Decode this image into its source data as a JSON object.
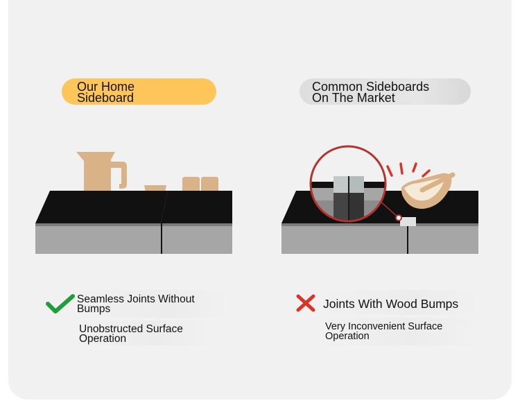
{
  "left": {
    "heading_line1": "Our Home",
    "heading_line2": "Sideboard",
    "feature_line1": "Seamless Joints Without",
    "feature_line2": "Bumps",
    "sub_line1": "Unobstructed Surface",
    "sub_line2": "Operation",
    "accent": "#fdc55a",
    "check_color": "#1f9d3a"
  },
  "right": {
    "heading_line1": "Common Sideboards",
    "heading_line2": "On The Market",
    "feature": "Joints With Wood Bumps",
    "sub_line1": "Very Inconvenient Surface",
    "sub_line2": "Operation",
    "cross_color": "#d8342a"
  },
  "colors": {
    "counter_top": "#111111",
    "cabinet": "#a6a6a6",
    "object_tan": "#d9b387",
    "magnifier_ring": "#b5312c"
  }
}
